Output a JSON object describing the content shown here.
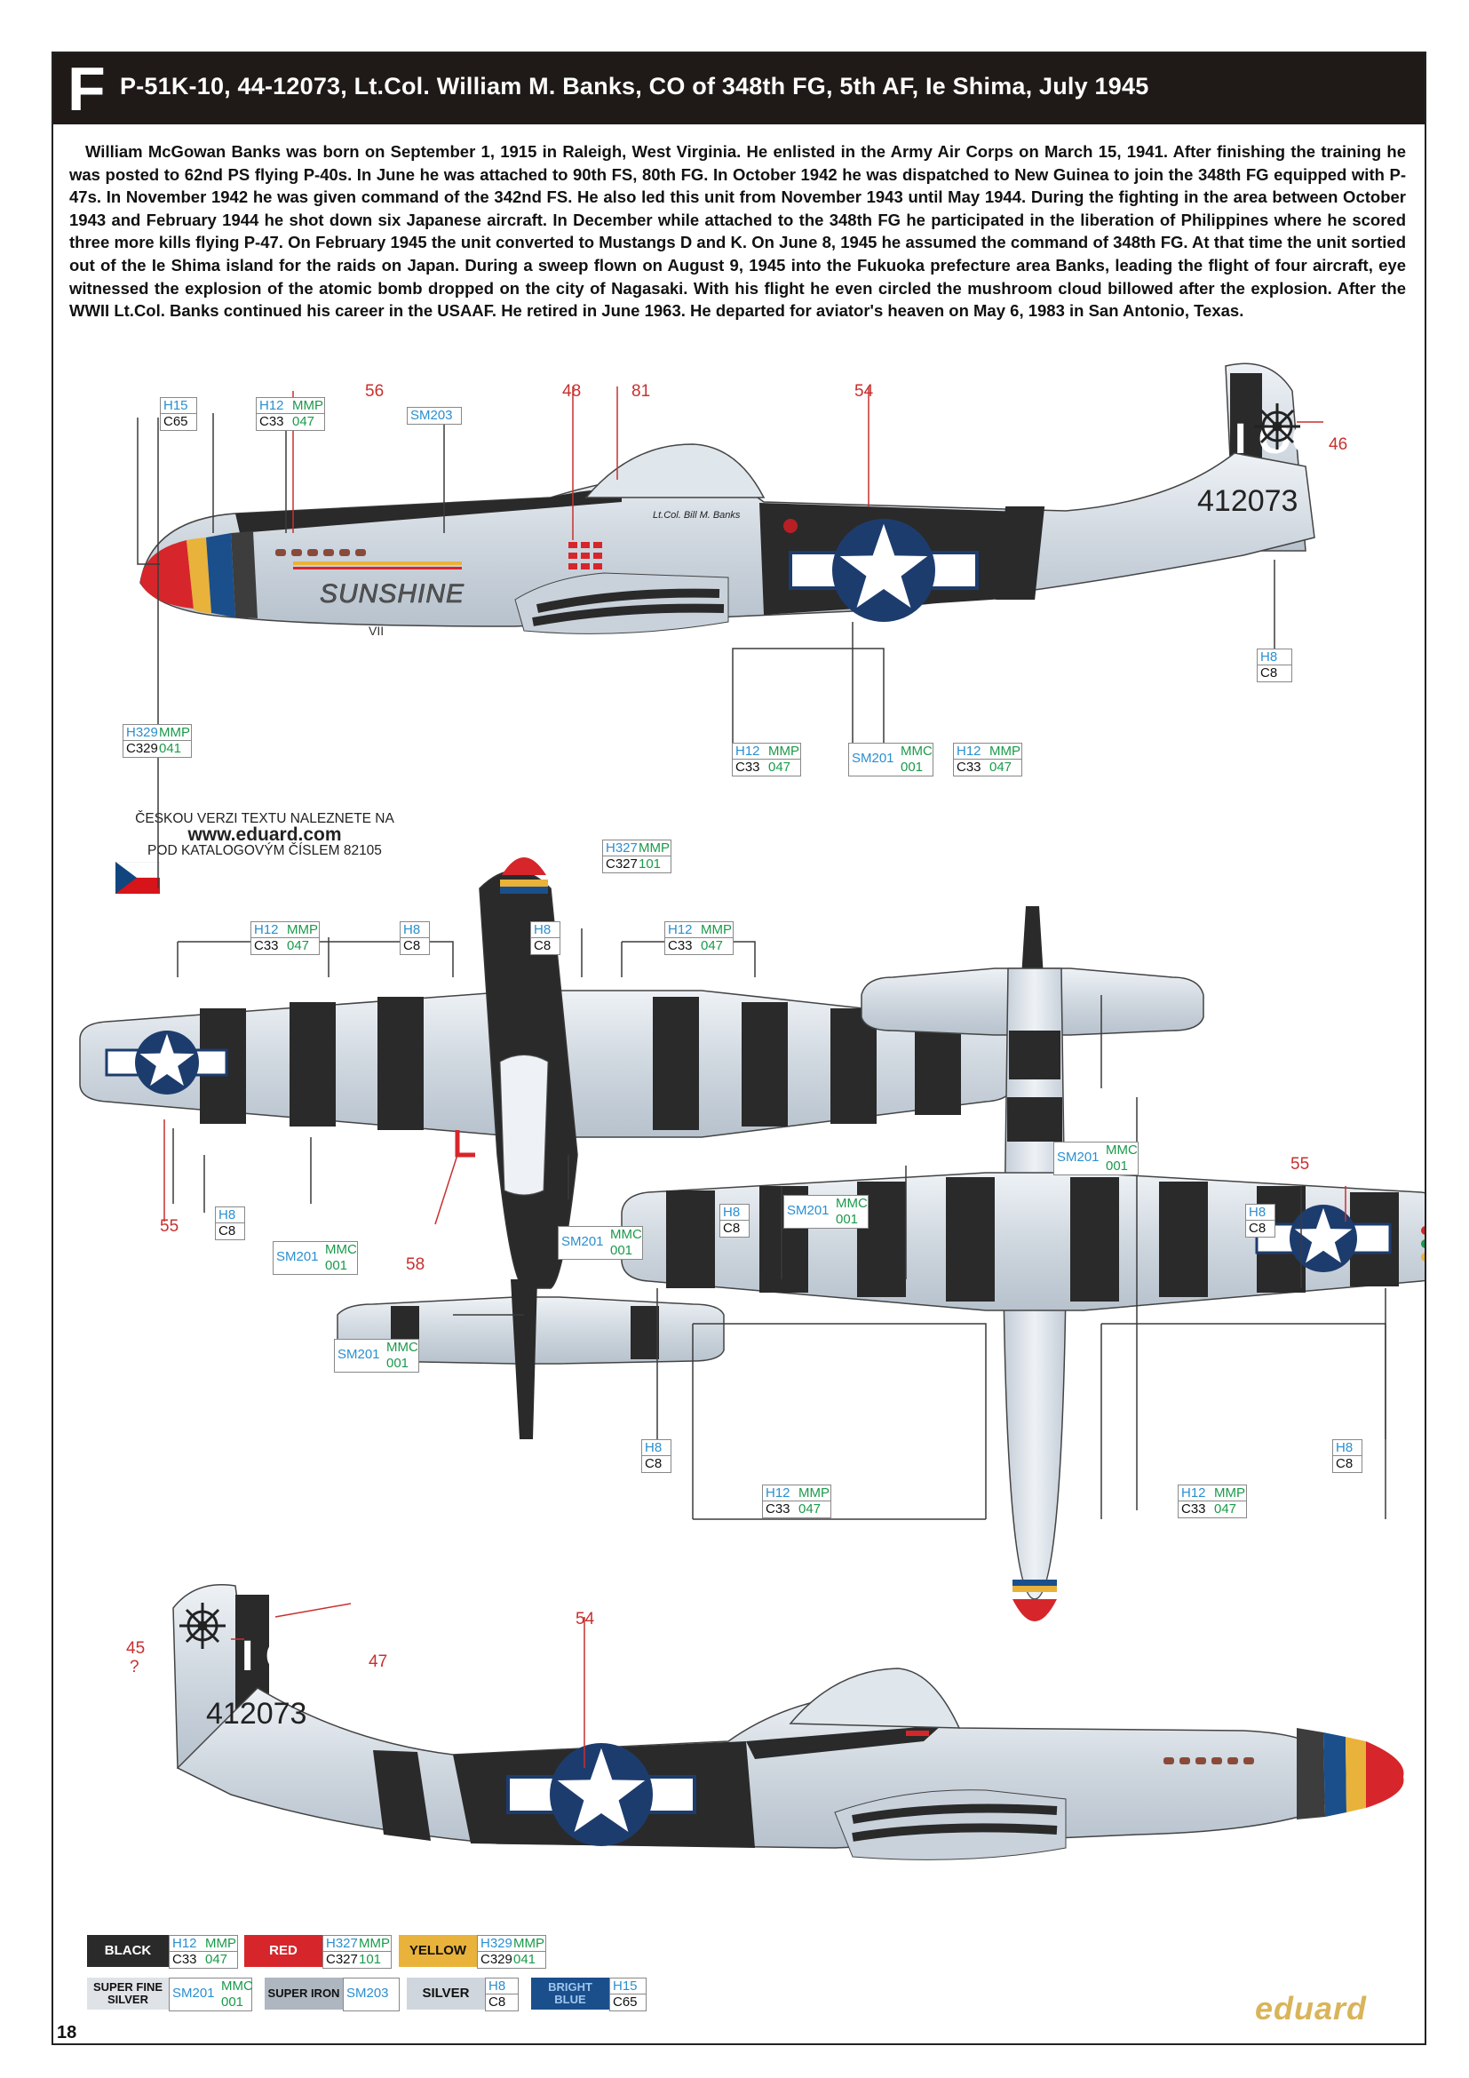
{
  "header": {
    "letter": "F",
    "title": "P-51K-10, 44-12073, Lt.Col. William M. Banks, CO of 348th FG, 5th AF, Ie Shima, July 1945"
  },
  "bio": "William McGowan Banks was born on September 1, 1915 in Raleigh, West Virginia. He enlisted in the Army Air Corps on March 15, 1941. After finishing the training he was posted to 62nd PS flying P-40s. In June he was attached to 90th FS, 80th FG. In October 1942 he was dispatched to New Guinea to join the 348th FG equipped with P-47s. In November 1942 he was given command of the 342nd FS. He also led this unit from November 1943 until May 1944. During the fighting in the area between October 1943 and February 1944 he shot down six Japanese aircraft. In December while attached to the 348th FG he participated in the liberation of Philippines where he scored three more kills flying P-47. On February 1945 the unit converted to Mustangs D and K. On June 8, 1945 he assumed the command of 348th FG. At that time the unit sortied out of the Ie Shima island for the raids on Japan. During a sweep flown on August 9, 1945 into the Fukuoka prefecture area Banks, leading the flight of four aircraft, eye witnessed the explosion of the atomic bomb dropped on the city of Nagasaki. With his flight he even circled the mushroom cloud billowed after the explosion. After the WWII Lt.Col. Banks continued his career in the USAAF. He retired in June 1963. He departed for aviator's heaven on May 6, 1983 in San Antonio, Texas.",
  "czech_note": {
    "line1": "ČESKOU VERZI TEXTU NALEZNETE NA",
    "url": "www.eduard.com",
    "line2": "POD KATALOGOVÝM ČÍSLEM 82105"
  },
  "aircraft": {
    "nose_art": "SUNSHINE",
    "tail_code": "I OO",
    "serial": "412073",
    "pilot_name": "Lt.Col. Bill M. Banks",
    "stencil": "VII"
  },
  "callouts": {
    "c46": "46",
    "c56": "56",
    "c48": "48",
    "c81": "81",
    "c54": "54",
    "c55": "55",
    "c58": "58",
    "c45": "45",
    "c45q": "?",
    "c47": "47"
  },
  "codes": {
    "h15": [
      "H15",
      "C65"
    ],
    "h12mmp": [
      "H12",
      "MMP",
      "C33",
      "047"
    ],
    "sm203": [
      "SM203"
    ],
    "h8": [
      "H8",
      "C8"
    ],
    "h329": [
      "H329",
      "MMP",
      "C329",
      "041"
    ],
    "sm201": [
      "SM201",
      "MMC",
      "001"
    ],
    "h327": [
      "H327",
      "MMP",
      "C327",
      "101"
    ]
  },
  "legend": {
    "black": "BLACK",
    "red": "RED",
    "yellow": "YELLOW",
    "super_fine_silver": "SUPER FINE SILVER",
    "super_iron": "SUPER IRON",
    "silver": "SILVER",
    "bright_blue": "BRIGHT BLUE"
  },
  "colors": {
    "black": "#2a2a2a",
    "red": "#d6262b",
    "yellow": "#e9b23a",
    "silver": "#d8dee5",
    "bright_blue": "#1a4f8c",
    "insignia": "#1d3c6e"
  },
  "page_number": "18",
  "brand": "eduard"
}
